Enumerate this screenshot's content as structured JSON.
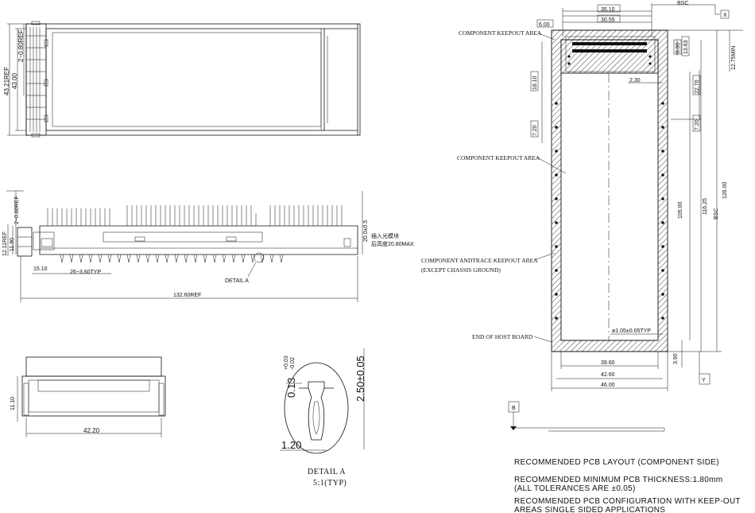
{
  "top_view": {
    "dim_overall": "43.21REF",
    "dim_body": "43.00",
    "dim_tab": "2~0.80REF"
  },
  "side_view": {
    "dim_tab": "2~0.80REF",
    "dim_height": "12.11REF",
    "dim_body": "11.90",
    "dim_pin_offset": "15.10",
    "dim_pin_pitch": "26~3.60TYP",
    "dim_length": "132.60REF",
    "dim_insert": "20.0±0.5",
    "note_cn_1": "插入光模块",
    "note_cn_2": "后高度20.80MAX",
    "detail_ref": "DETAIL A"
  },
  "front_view": {
    "dim_height": "11.10",
    "dim_width": "42.20"
  },
  "detail_a": {
    "dim_top": "0.13",
    "tol_top_upper": "+0.03",
    "tol_top_lower": "-0.02",
    "dim_right": "2.50±0.05",
    "dim_bottom": "1.20",
    "title": "DETAIL A",
    "scale": "5:1(TYP)"
  },
  "pcb_layout": {
    "datum_x": "X",
    "datum_y": "Y",
    "datum_b": "B",
    "bsc_top": "BSC",
    "bsc_side": "BSC",
    "dim_35_10": "35.10",
    "dim_30_55": "30.55",
    "dim_6_00": "6.00",
    "dim_8_80": "8.80",
    "dim_13_63": "13.63",
    "dim_12_75": "12.75MIN",
    "dim_18_10": "18.10",
    "dim_2_30": "2.30",
    "dim_22_70": "22.70",
    "dim_7_20_l": "7.20",
    "dim_7_20_r": "7.20",
    "dim_105": "105.00",
    "dim_116": "116.25",
    "dim_126": "126.00",
    "dim_hole": "ø1.05±0.05TYP",
    "dim_3_90": "3.90",
    "dim_39_60": "39.60",
    "dim_42_60": "42.60",
    "dim_46_00": "46.00",
    "label_keepout_1": "COMPONENT KEEPOUT AREA",
    "label_keepout_2": "COMPONENT KEEPOUT AREA",
    "label_keepout_trace_1": "COMPONENT ANDTRACE KEEPOUT AREA",
    "label_keepout_trace_2": "(EXCEPT CHASSIS GROUND)",
    "label_host_board": "END OF HOST BOARD"
  },
  "notes": {
    "line1": "RECOMMENDED PCB LAYOUT (COMPONENT SIDE)",
    "line2": "RECOMMENDED MINIMUM PCB THICKNESS:1.80mm",
    "line3": "(ALL TOLERANCES ARE ±0.05)",
    "line4": "RECOMMENDED PCB CONFIGURATION WITH KEEP-OUT",
    "line5": "AREAS SINGLE SIDED APPLICATIONS"
  }
}
